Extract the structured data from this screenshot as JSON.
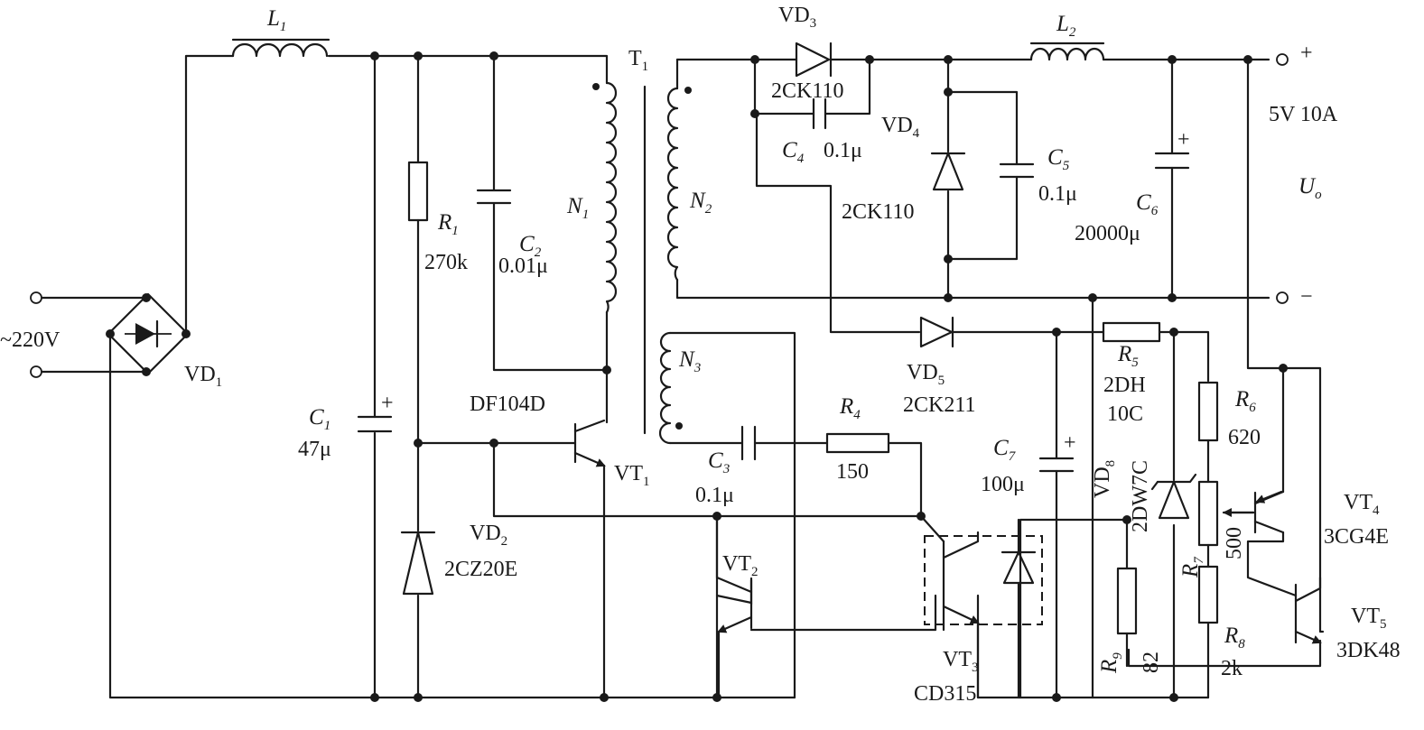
{
  "input_voltage": "~220V",
  "output": {
    "rating": "5V 10A",
    "symbol": "U",
    "symbol_sub": "o",
    "plus": "+",
    "minus": "−"
  },
  "components": {
    "L1": {
      "ref": "L",
      "sub": "1"
    },
    "L2": {
      "ref": "L",
      "sub": "2"
    },
    "T1": {
      "ref": "T",
      "sub": "1"
    },
    "N1": {
      "ref": "N",
      "sub": "1"
    },
    "N2": {
      "ref": "N",
      "sub": "2"
    },
    "N3": {
      "ref": "N",
      "sub": "3"
    },
    "VD1": {
      "ref": "VD",
      "sub": "1"
    },
    "VD2": {
      "ref": "VD",
      "sub": "2",
      "part": "2CZ20E"
    },
    "VD3": {
      "ref": "VD",
      "sub": "3",
      "part": "2CK110"
    },
    "VD4": {
      "ref": "VD",
      "sub": "4",
      "part": "2CK110"
    },
    "VD5": {
      "ref": "VD",
      "sub": "5",
      "part": "2CK211"
    },
    "VD8": {
      "ref": "VD",
      "sub": "8",
      "part": "2DW7C"
    },
    "C1": {
      "ref": "C",
      "sub": "1",
      "value": "47μ",
      "polarity": "+"
    },
    "C2": {
      "ref": "C",
      "sub": "2",
      "value": "0.01μ"
    },
    "C3": {
      "ref": "C",
      "sub": "3",
      "value": "0.1μ"
    },
    "C4": {
      "ref": "C",
      "sub": "4",
      "value": "0.1μ"
    },
    "C5": {
      "ref": "C",
      "sub": "5",
      "value": "0.1μ"
    },
    "C6": {
      "ref": "C",
      "sub": "6",
      "value": "20000μ",
      "polarity": "+"
    },
    "C7": {
      "ref": "C",
      "sub": "7",
      "value": "100μ",
      "polarity": "+"
    },
    "R1": {
      "ref": "R",
      "sub": "1",
      "value": "270k"
    },
    "R4": {
      "ref": "R",
      "sub": "4",
      "value": "150"
    },
    "R5": {
      "ref": "R",
      "sub": "5",
      "value_line1": "2DH",
      "value_line2": "10C"
    },
    "R6": {
      "ref": "R",
      "sub": "6",
      "value": "620"
    },
    "R7": {
      "ref": "R",
      "sub": "7",
      "value": "500"
    },
    "R8": {
      "ref": "R",
      "sub": "8",
      "value": "2k"
    },
    "R9": {
      "ref": "R",
      "sub": "9",
      "value": "82"
    },
    "VT1": {
      "ref": "VT",
      "sub": "1",
      "part": "DF104D"
    },
    "VT2": {
      "ref": "VT",
      "sub": "2"
    },
    "VT3": {
      "ref": "VT",
      "sub": "3",
      "part": "CD315"
    },
    "VT4": {
      "ref": "VT",
      "sub": "4",
      "part": "3CG4E"
    },
    "VT5": {
      "ref": "VT",
      "sub": "5",
      "part": "3DK48"
    }
  }
}
